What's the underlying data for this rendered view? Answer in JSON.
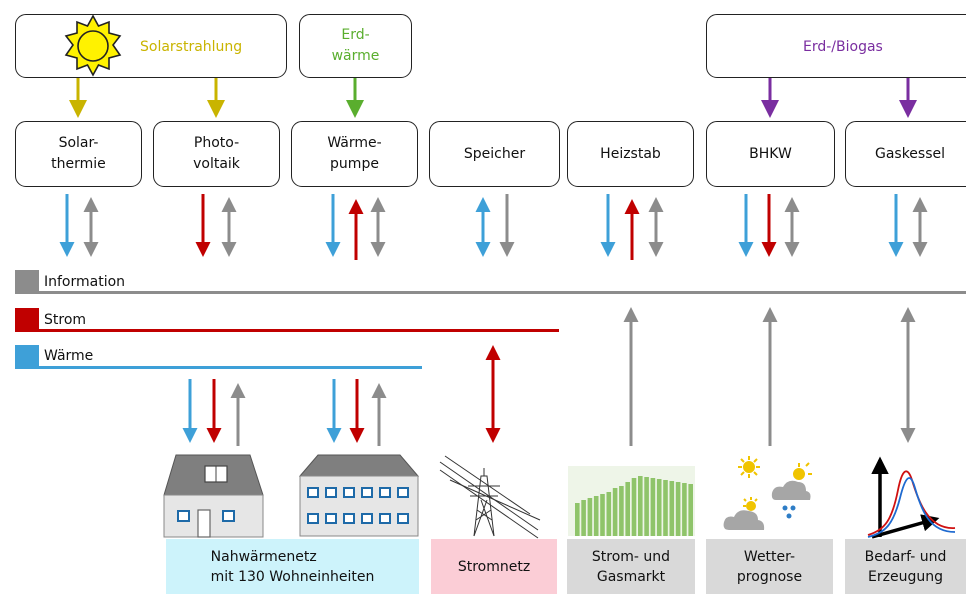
{
  "colors": {
    "solar": "#c9b400",
    "geo": "#5aae2e",
    "gas": "#7a2ea0",
    "information": "#8c8c8c",
    "strom": "#c00000",
    "waerme": "#3ea0d8",
    "panel_heat": "#cdf3fb",
    "panel_power": "#fbcdd6",
    "panel_grey": "#d9d9d9"
  },
  "sources": {
    "solar": "Solarstrahlung",
    "geo": "Erd-\nwärme",
    "gas": "Erd-/Biogas"
  },
  "components": {
    "solarthermie": "Solar-\nthermie",
    "photovoltaik": "Photo-\nvoltaik",
    "waermepumpe": "Wärme-\npumpe",
    "speicher": "Speicher",
    "heizstab": "Heizstab",
    "bhkw": "BHKW",
    "gaskessel": "Gaskessel"
  },
  "legend": {
    "information": "Information",
    "strom": "Strom",
    "waerme": "Wärme"
  },
  "panels": {
    "nahwaermenetz": "Nahwärmenetz\nmit 130 Wohneinheiten",
    "stromnetz": "Stromnetz",
    "markt": "Strom- und\nGasmarkt",
    "wetter": "Wetter-\nprognose",
    "bedarf": "Bedarf- und\nErzeugung"
  }
}
